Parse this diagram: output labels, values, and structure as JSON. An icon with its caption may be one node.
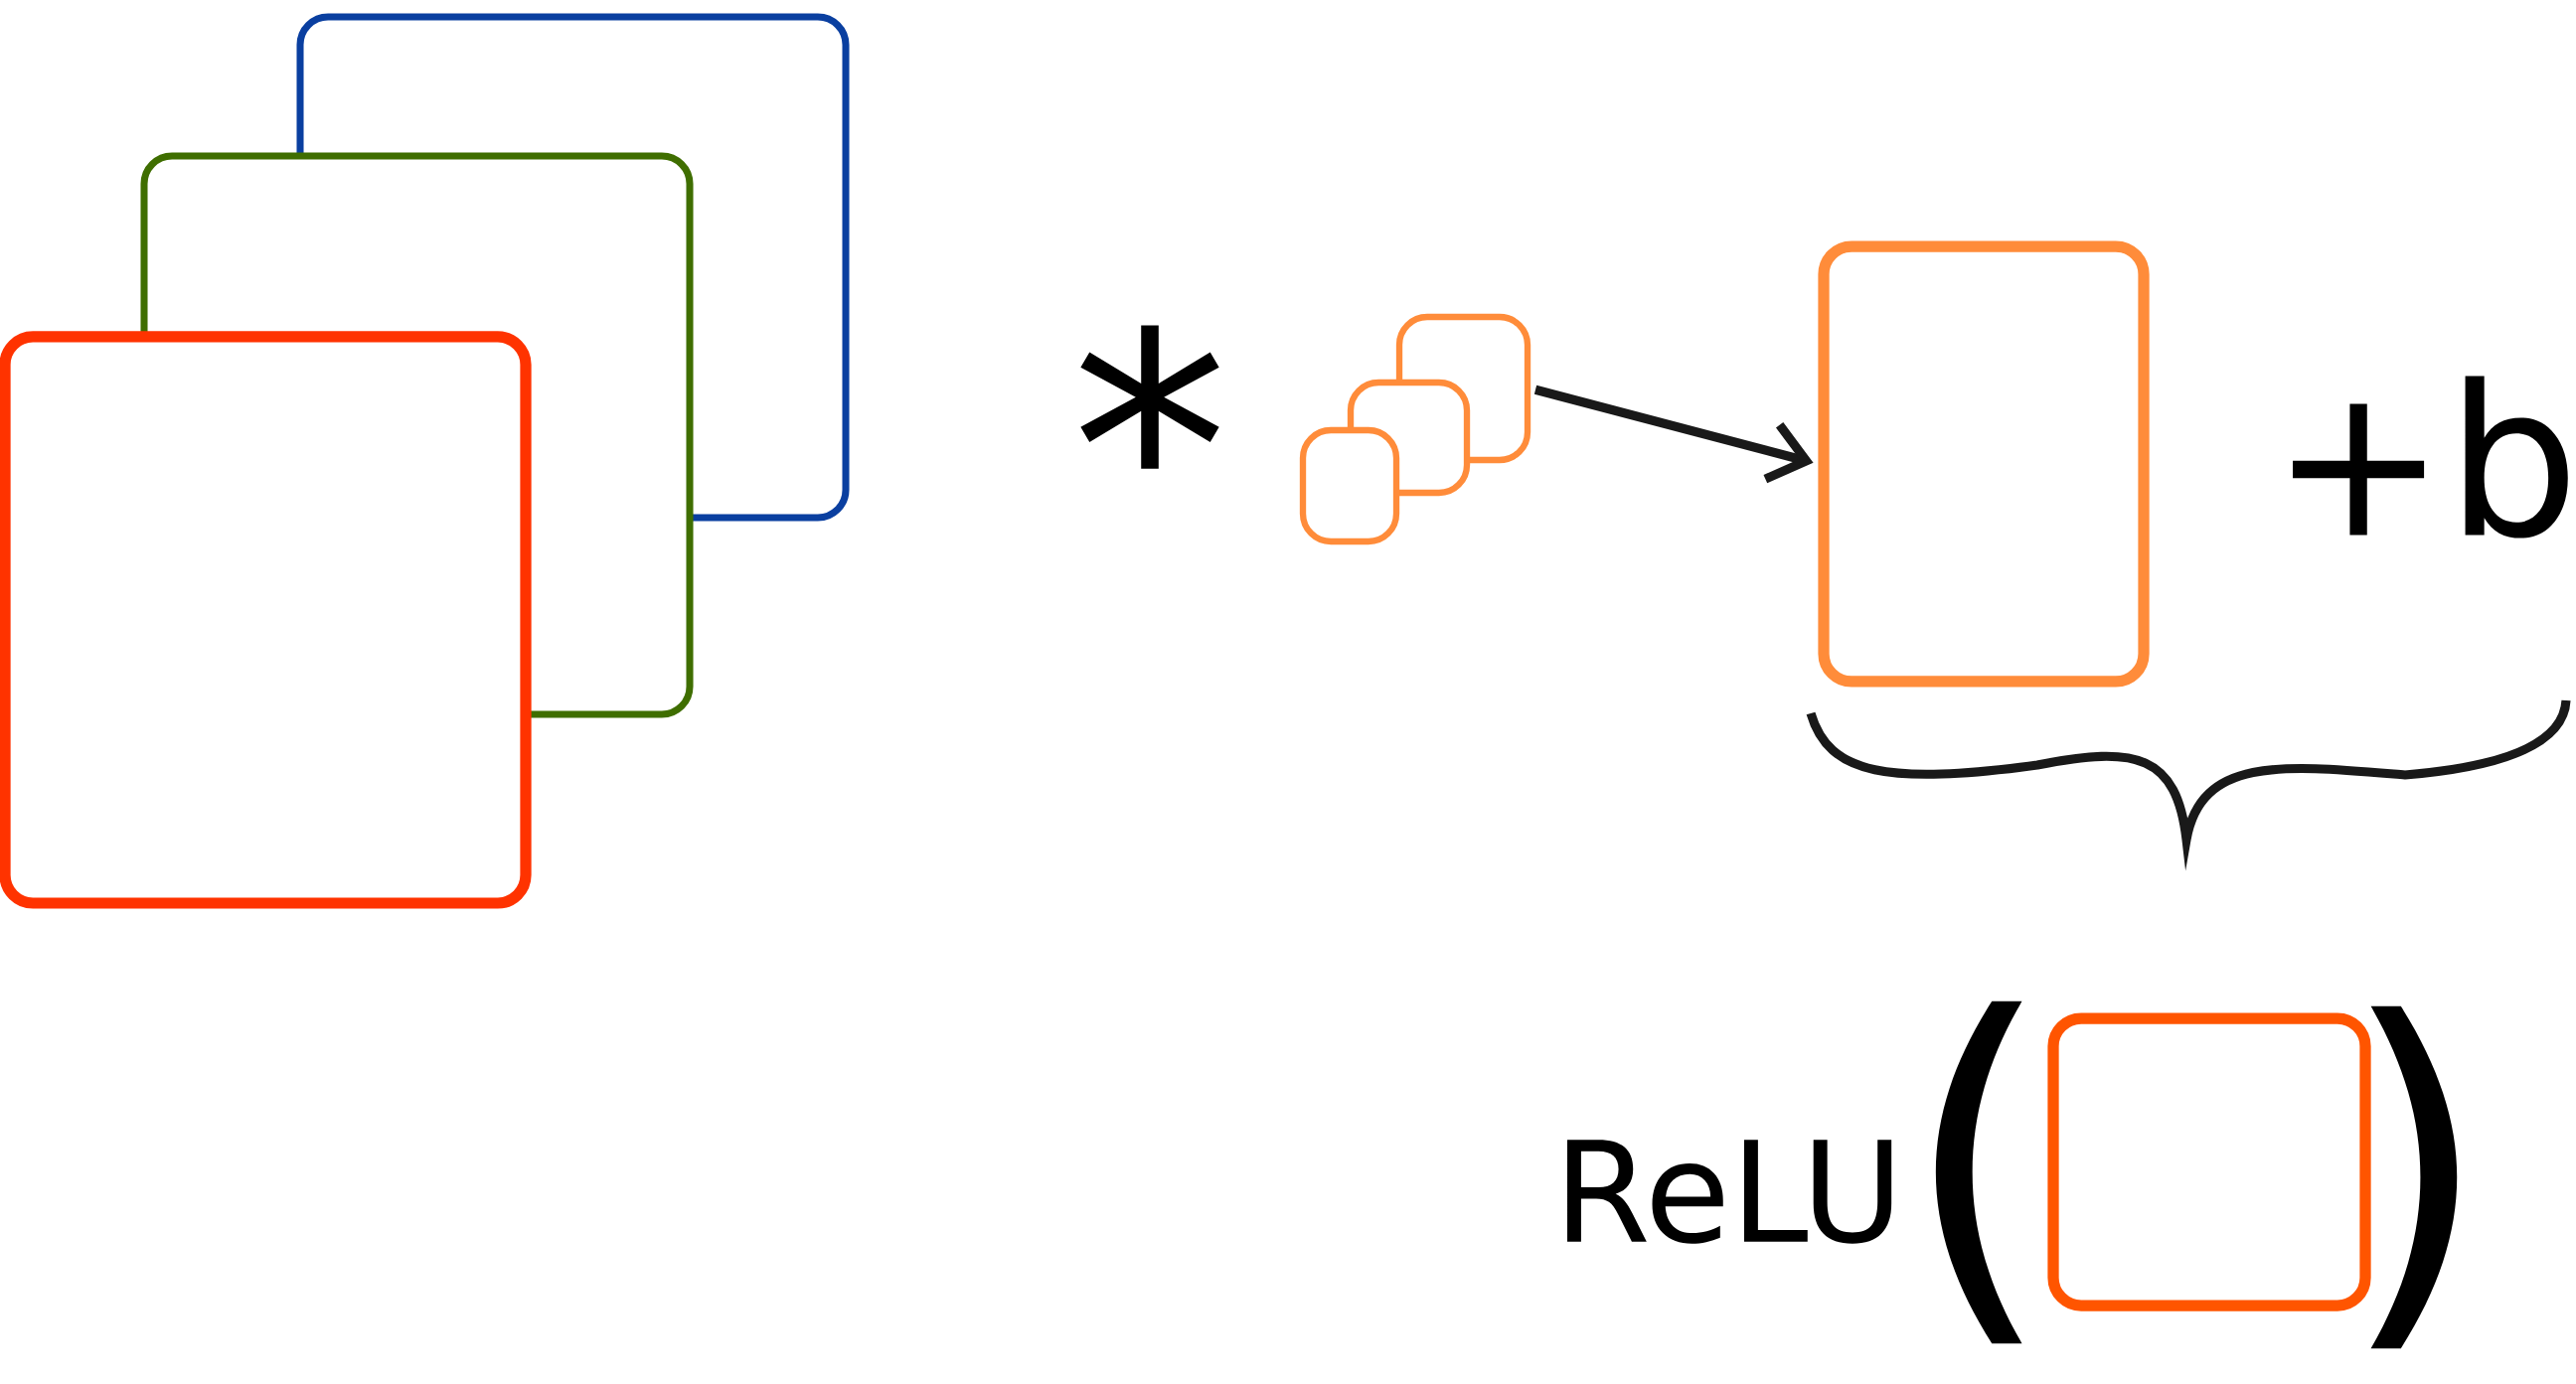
{
  "diagram": {
    "nodes": [
      {
        "text": [],
        "shape": "box"
      },
      {
        "text": [],
        "shape": "box"
      },
      {
        "text": [],
        "shape": "box"
      },
      {
        "text": [],
        "shape": "box"
      },
      {
        "text": [],
        "shape": "box"
      },
      {
        "text": [],
        "shape": "box"
      },
      {
        "text": [],
        "shape": "box"
      },
      {
        "text": [],
        "shape": "box",
        "beside": [
          "ReLU"
        ]
      }
    ],
    "edges": [
      {
        "from": 3,
        "to": 6,
        "arrow": "to"
      }
    ],
    "labels": [
      "*",
      "+b",
      "(",
      ")"
    ]
  }
}
